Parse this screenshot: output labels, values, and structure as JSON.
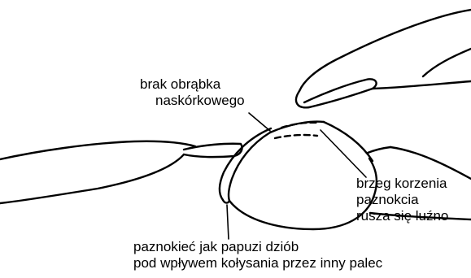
{
  "labels": {
    "no_cuticle": [
      "brak obrąbka",
      "naskórkowego"
    ],
    "root_edge": [
      "brzeg korzenia",
      "paznokcia",
      "rusza się luźno"
    ],
    "parrot_beak": [
      "paznokieć jak papuzi dziób",
      "pod wpływem kołysania przez inny palec"
    ]
  }
}
